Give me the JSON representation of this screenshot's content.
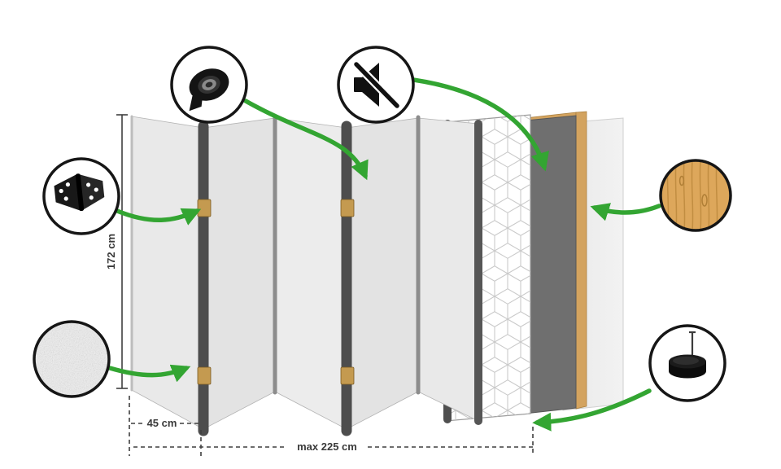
{
  "diagram": {
    "type": "product-specification-infographic",
    "subject": "folding room divider screen, exploded layer view",
    "dimensions": {
      "height": "172 cm",
      "panel_width": "45 cm",
      "max_width": "max 225 cm"
    },
    "features": {
      "tape": "adhesive-tape-icon",
      "mute": "sound-off-icon",
      "hinge": "metal-hinge-icon",
      "fabric": "fabric-texture-icon",
      "wood": "wood-material-icon",
      "felt": "felt-pad-icon"
    },
    "colors": {
      "arrow_green": "#33a532",
      "panel_face": "#e9e9e9",
      "panel_edge_dark": "#4d4d4d",
      "hinge_gold": "#c49a50",
      "wood": "#dda75b",
      "dark_panel": "#6f6f6f",
      "dimension_text": "#3a3a3a",
      "background": "#ffffff"
    }
  }
}
